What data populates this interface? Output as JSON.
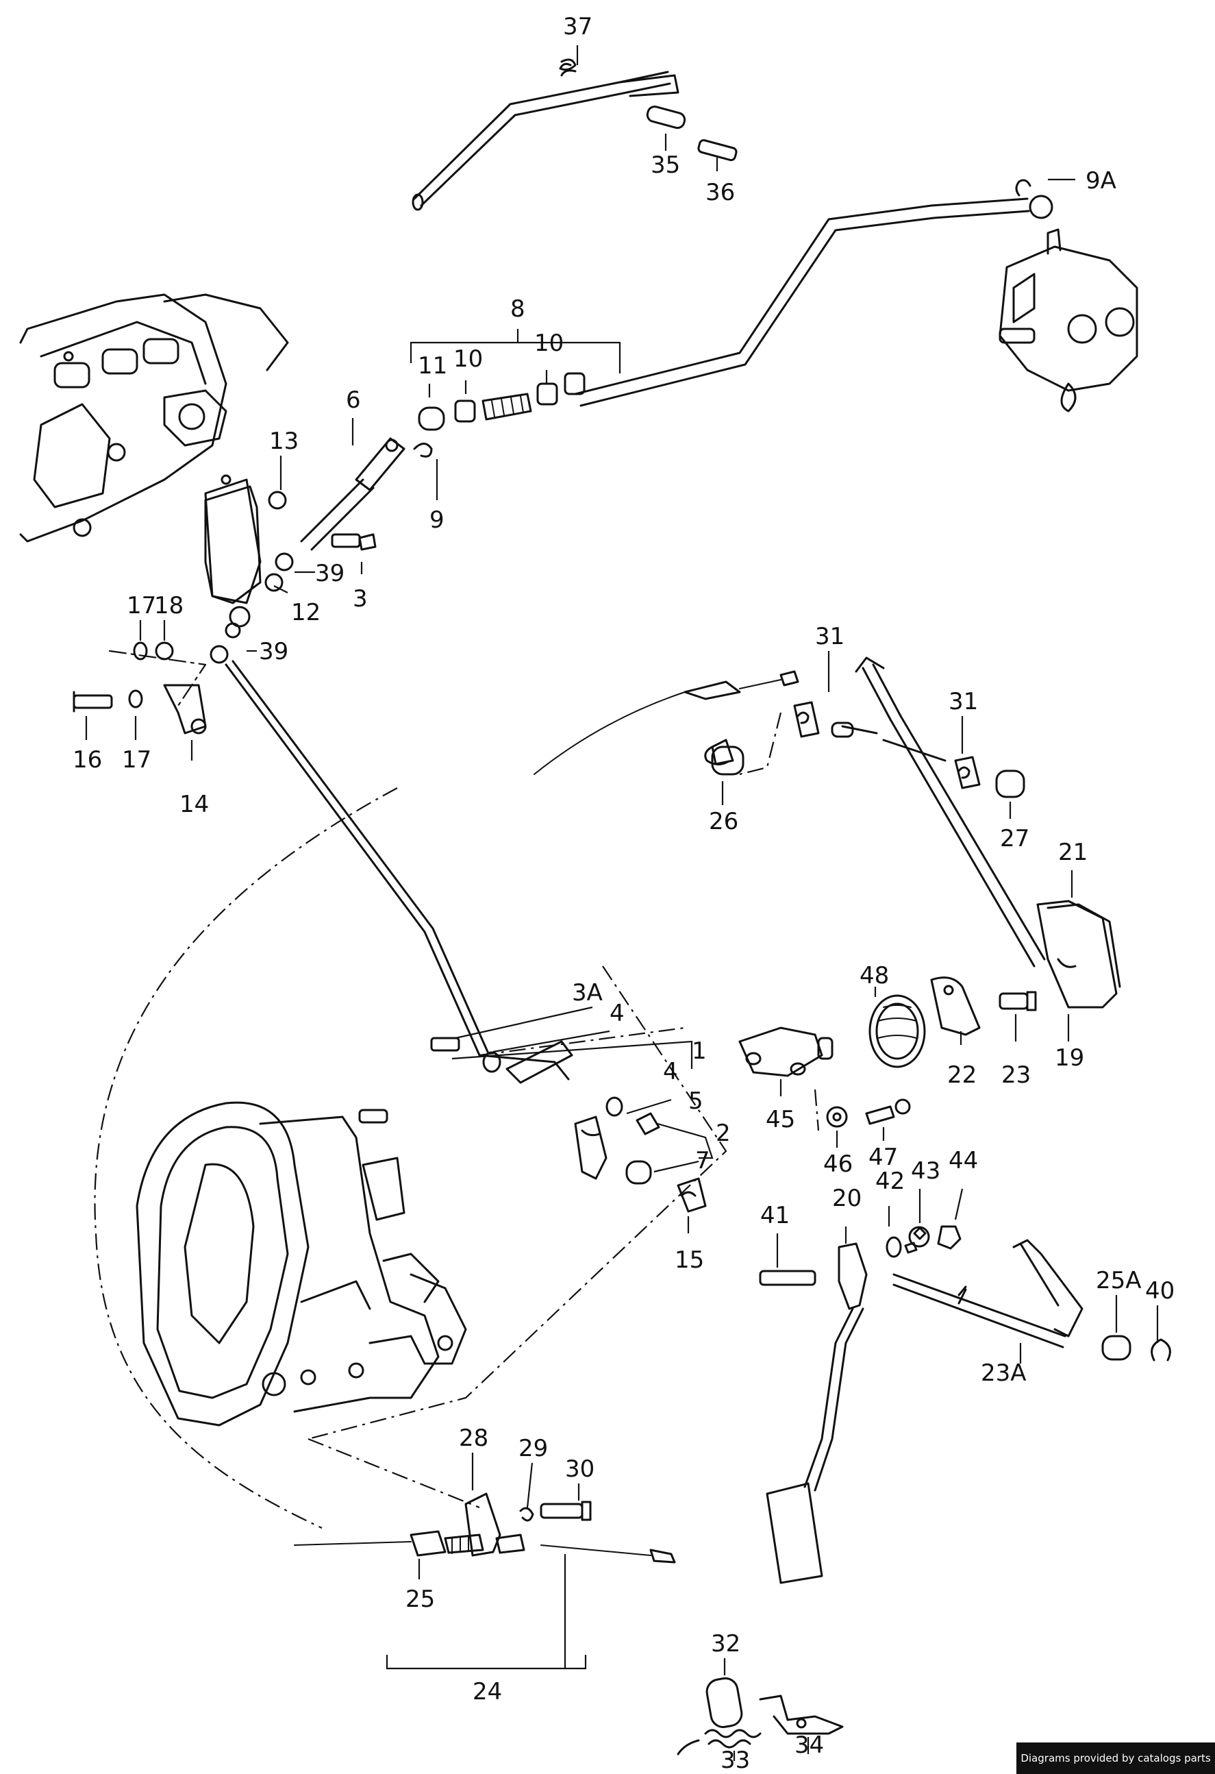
{
  "credit": "Diagrams provided by catalogs parts",
  "labels": {
    "p1": "1",
    "p2": "2",
    "p3": "3",
    "p3A": "3A",
    "p4a": "4",
    "p4b": "4",
    "p5": "5",
    "p6": "6",
    "p7": "7",
    "p8": "8",
    "p9": "9",
    "p9A": "9A",
    "p10a": "10",
    "p10b": "10",
    "p11": "11",
    "p12": "12",
    "p13": "13",
    "p14": "14",
    "p15": "15",
    "p16": "16",
    "p17a": "17",
    "p17b": "17",
    "p18": "18",
    "p19": "19",
    "p20": "20",
    "p21": "21",
    "p22": "22",
    "p23": "23",
    "p23A": "23A",
    "p24": "24",
    "p25": "25",
    "p25A": "25A",
    "p26": "26",
    "p27": "27",
    "p28": "28",
    "p29": "29",
    "p30": "30",
    "p31a": "31",
    "p31b": "31",
    "p32": "32",
    "p33": "33",
    "p34": "34",
    "p35": "35",
    "p36": "36",
    "p37": "37",
    "p39a": "39",
    "p39b": "39",
    "p40": "40",
    "p41": "41",
    "p42": "42",
    "p43": "43",
    "p44": "44",
    "p45": "45",
    "p46": "46",
    "p47": "47",
    "p48": "48"
  }
}
